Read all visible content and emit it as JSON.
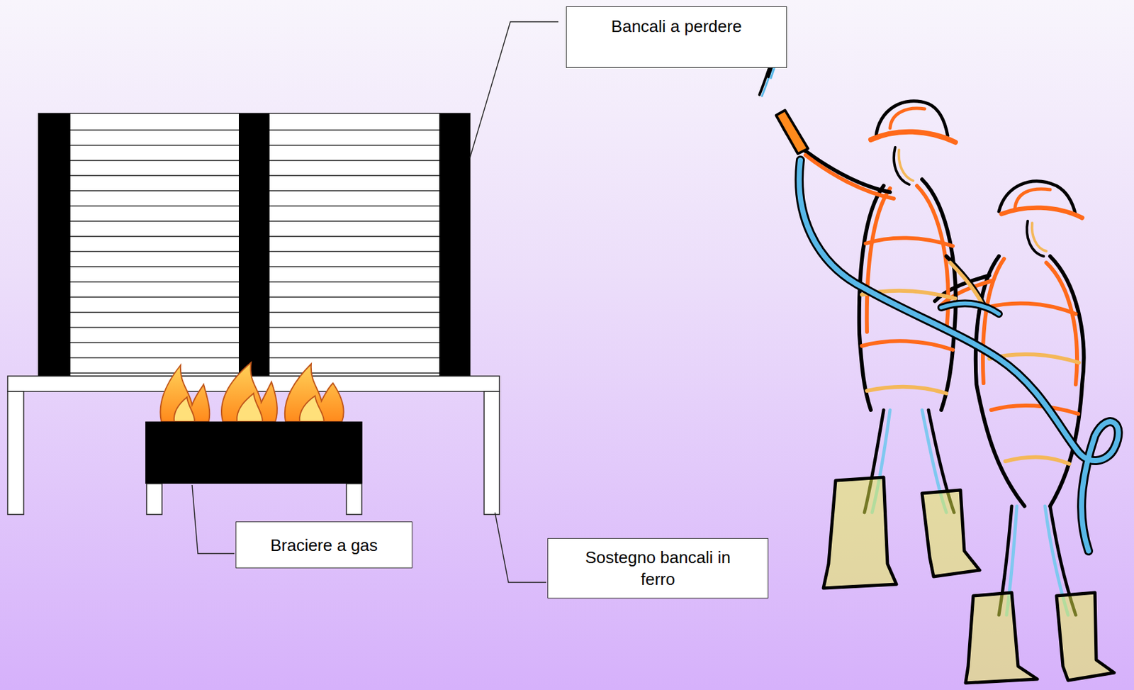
{
  "diagram": {
    "nodes": [
      {
        "text": [
          "Bancali a perdere"
        ]
      },
      {
        "text": [
          "Braciere a gas"
        ]
      },
      {
        "text": [
          "Sostegno bancali in ferro"
        ]
      }
    ]
  }
}
